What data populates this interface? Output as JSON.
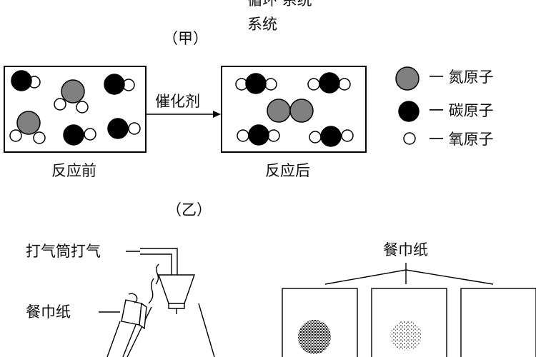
{
  "top_cut_text": "循环 系统",
  "top_text": "系统",
  "part_a": {
    "label": "（甲）",
    "catalyst": "催化剂",
    "before_label": "反应前",
    "after_label": "反应后",
    "legend": [
      {
        "symbol": "nitrogen-atom",
        "text": "一 氮原子"
      },
      {
        "symbol": "carbon-atom",
        "text": "一 碳原子"
      },
      {
        "symbol": "oxygen-atom",
        "text": "一 氧原子"
      }
    ],
    "colors": {
      "nitrogen": "#808080",
      "carbon": "#000000",
      "oxygen": "#ffffff"
    }
  },
  "part_b": {
    "label": "（乙）",
    "pump_label": "打气筒打气",
    "napkin_label": "餐巾纸",
    "napkin_top_label": "餐巾纸"
  }
}
